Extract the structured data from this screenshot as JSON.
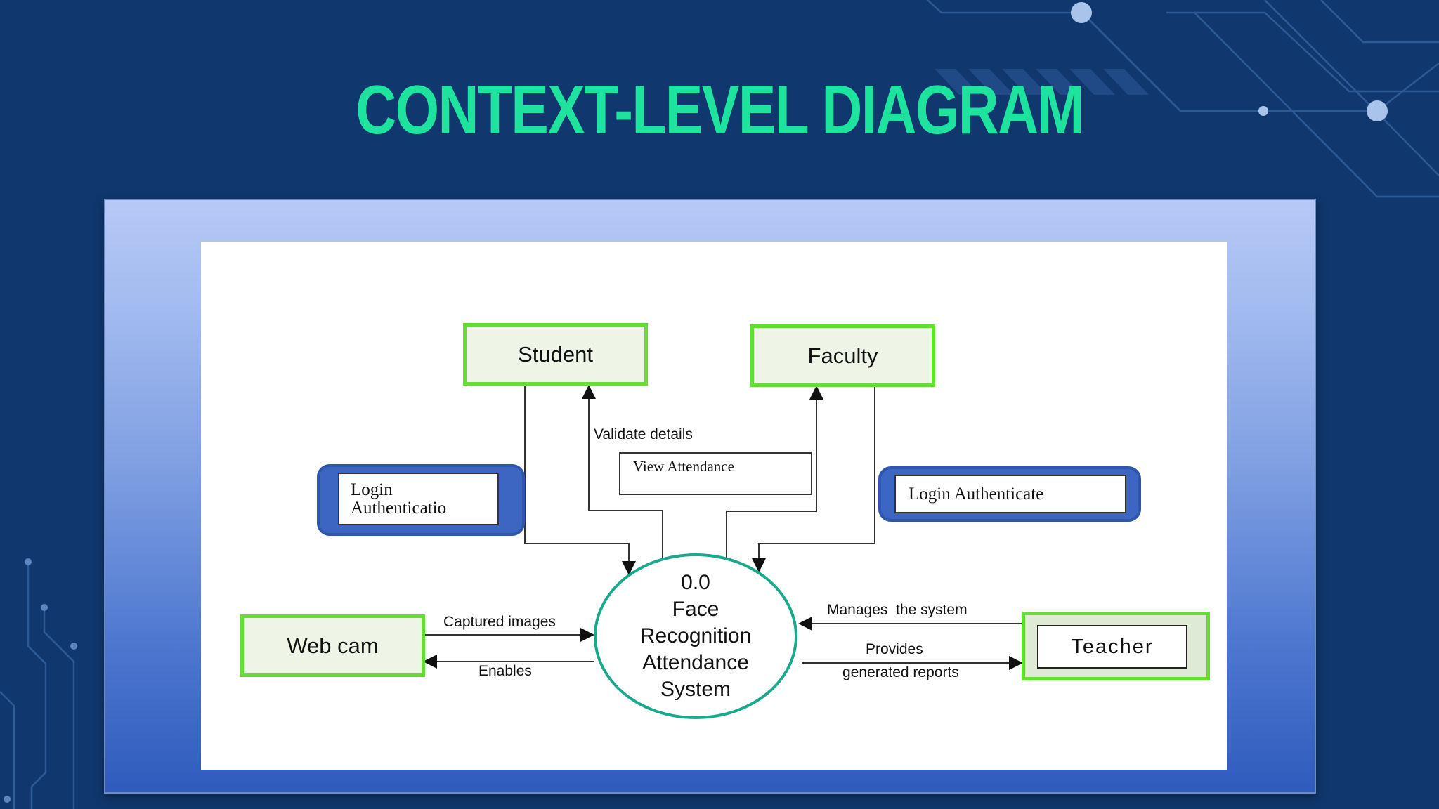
{
  "slide": {
    "title": "CONTEXT-LEVEL DIAGRAM"
  },
  "diagram": {
    "entities": {
      "student": "Student",
      "faculty": "Faculty",
      "webcam": "Web cam",
      "teacher": "Teacher"
    },
    "process": {
      "number": "0.0",
      "line1": "Face",
      "line2": "Recognition",
      "line3": "Attendance",
      "line4": "System"
    },
    "notes": {
      "login_left_line1": "Login",
      "login_left_line2": "Authenticatio",
      "view_attendance": "View Attendance",
      "login_right": "Login Authenticate"
    },
    "flows": {
      "validate_details": "Validate details",
      "captured_images": "Captured images",
      "enables": "Enables",
      "manages_system": "Manages  the system",
      "provides": "Provides",
      "generated_reports": "generated reports"
    }
  },
  "colors": {
    "background": "#10386e",
    "title": "#1de39e",
    "entity_border": "#66dd33",
    "process_border": "#19a98c",
    "note_pill": "#3d66c2"
  }
}
